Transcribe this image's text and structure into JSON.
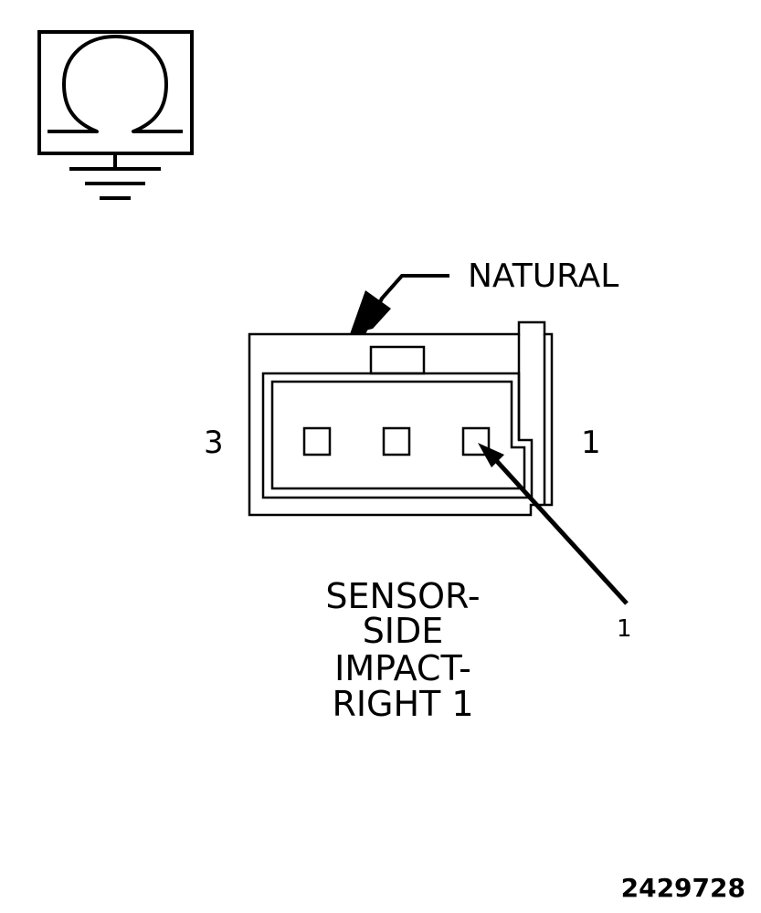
{
  "connector": {
    "color_label": "NATURAL",
    "pin_left": "3",
    "pin_right": "1",
    "callout": "1"
  },
  "title": {
    "line1": "SENSOR-",
    "line2": "SIDE",
    "line3": "IMPACT-",
    "line4": "RIGHT 1"
  },
  "figure_number": "2429728",
  "icon": {
    "symbol": "ohm-symbol",
    "ground": "ground-icon"
  },
  "colors": {
    "ink": "#000000",
    "background": "#ffffff"
  }
}
